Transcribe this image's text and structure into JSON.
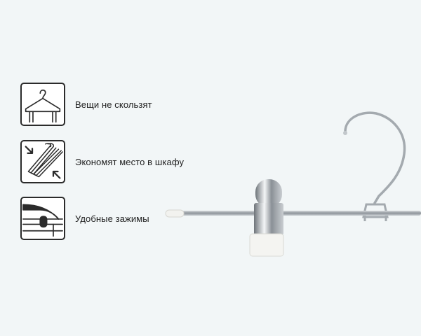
{
  "features": [
    {
      "icon": "hanger-icon",
      "text": "Вещи не скользят"
    },
    {
      "icon": "stacked-hangers-icon",
      "text": "Экономят место в шкафу"
    },
    {
      "icon": "clip-icon",
      "text": "Удобные зажимы"
    }
  ],
  "colors": {
    "background": "#f2f6f7",
    "icon_stroke": "#2b2b2b",
    "text": "#1e1e1e",
    "metal": "#9aa0a6"
  }
}
